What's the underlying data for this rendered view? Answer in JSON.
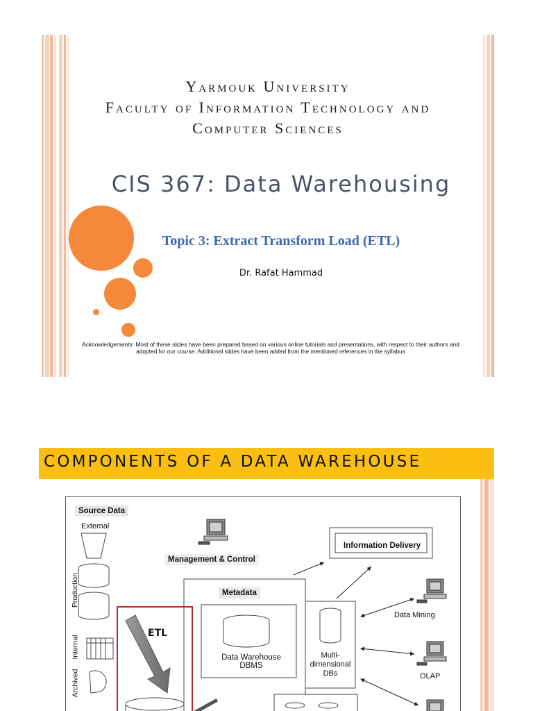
{
  "slide1": {
    "university": "Yarmouk University",
    "faculty_line1": "Faculty of Information Technology and",
    "faculty_line2": "Computer Sciences",
    "course_title": "CIS 367: Data Warehousing",
    "topic": "Topic 3: Extract Transform Load (ETL)",
    "author": "Dr. Rafat Hammad",
    "ack_line1": "Acknowledgements: Most of these slides have been prepared based on various online tutorials and presentations, with respect to their authors and",
    "ack_line2": "adopted for our course. Additional slides have been added from the mentioned references in the syllabus"
  },
  "slide2": {
    "title": "Components of a Data Warehouse",
    "diagram": {
      "source_data": "Source Data",
      "external": "External",
      "production": "Production",
      "internal": "Internal",
      "archived": "Archived",
      "management_control": "Management & Control",
      "information_delivery": "Information Delivery",
      "metadata": "Metadata",
      "etl": "ETL",
      "dw_dbms_line1": "Data Warehouse",
      "dw_dbms_line2": "DBMS",
      "multidim_line1": "Multi-",
      "multidim_line2": "dimensional",
      "multidim_line3": "DBs",
      "data_mining": "Data Mining",
      "olap": "OLAP"
    }
  },
  "colors": {
    "accent_orange": "#f5883a",
    "banner_yellow": "#fbbf14",
    "topic_blue": "#3a69b4",
    "title_slate": "#4a5468",
    "etl_red": "#b03030"
  }
}
